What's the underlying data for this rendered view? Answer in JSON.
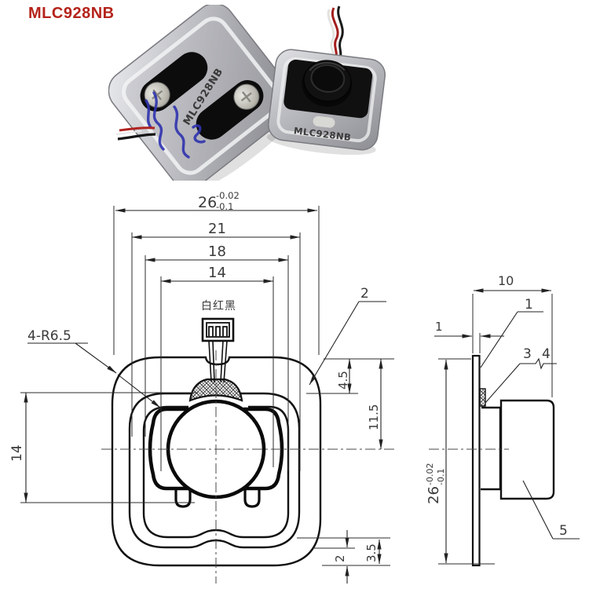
{
  "title": "MLC928NB",
  "photo": {
    "left_device_print": "MLC928NB",
    "right_device_print": "MLC928NB"
  },
  "front_view": {
    "width_dim": {
      "nominal": "26",
      "tol_upper": "-0.02",
      "tol_lower": "-0.1"
    },
    "dim_21": "21",
    "dim_18": "18",
    "dim_14_top": "14",
    "wire_colors_label": "白红黑",
    "corner_radius_callout": "4-R6.5",
    "part_callout_2": "2",
    "dim_4_5": "4.5",
    "dim_11_5": "11.5",
    "dim_14_left": "14",
    "dim_2": "2",
    "dim_3_5": "3.5"
  },
  "side_view": {
    "dim_10": "10",
    "dim_1": "1",
    "height_dim": {
      "nominal": "26",
      "tol_upper": "-0.02",
      "tol_lower": "-0.1"
    },
    "part_callout_1": "1",
    "part_callout_3": "3",
    "part_callout_4": "4",
    "part_callout_5": "5"
  },
  "colors": {
    "title_red": "#b5231a",
    "print_red": "#b5231a",
    "drawing_line": "#111111",
    "marker_blue": "#2f33ae"
  }
}
